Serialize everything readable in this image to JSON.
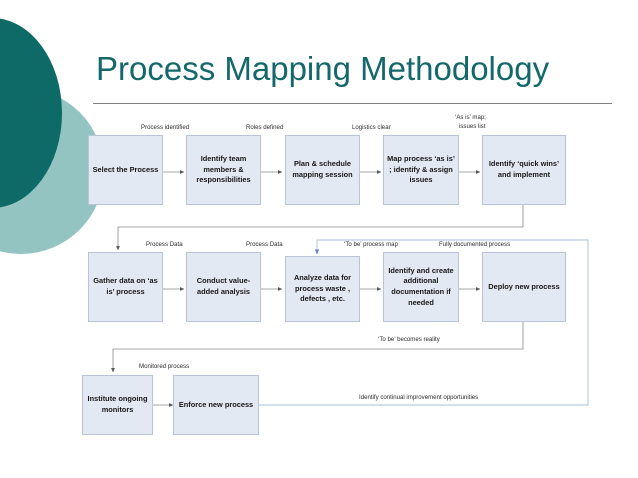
{
  "slide": {
    "title": "Process Mapping Methodology",
    "accent_dark": "#0e6a66",
    "accent_light": "#93c4c1",
    "title_color": "#14686b",
    "box_fill": "#e3e9f3",
    "box_border": "#b9c4d9",
    "connector_gray": "#808080",
    "connector_blue": "#a8bcdc"
  },
  "flow": {
    "row1": [
      {
        "id": "select-process",
        "label": "Select the Process"
      },
      {
        "id": "identify-team",
        "label": "Identify team members & responsibilities"
      },
      {
        "id": "plan-schedule",
        "label": "Plan & schedule mapping session"
      },
      {
        "id": "map-as-is",
        "label": "Map process ‘as is’ ; identify  & assign issues"
      },
      {
        "id": "quick-wins",
        "label": "Identify ‘quick wins’ and implement"
      }
    ],
    "row2": [
      {
        "id": "gather-data",
        "label": "Gather data on ‘as is’ process"
      },
      {
        "id": "value-added",
        "label": "Conduct value-added analysis"
      },
      {
        "id": "analyze-data",
        "label": "Analyze data for process waste , defects , etc."
      },
      {
        "id": "create-docs",
        "label": "Identify and create additional documentation if needed"
      },
      {
        "id": "deploy-process",
        "label": "Deploy new process"
      }
    ],
    "row3": [
      {
        "id": "institute-monitors",
        "label": "Institute ongoing monitors"
      },
      {
        "id": "enforce-process",
        "label": "Enforce new process"
      }
    ],
    "annotations": {
      "process_identified": "Process identified",
      "roles_defined": "Roles defined",
      "logistics_clear": "Logistics clear",
      "as_is_map_line1": "‘As is’ map;",
      "as_is_map_line2": "issues list",
      "process_data_1": "Process Data",
      "process_data_2": "Process Data",
      "to_be_process_map": "‘To be’ process map",
      "fully_documented": "Fully documented process",
      "to_be_reality": "‘To be’ becomes reality",
      "monitored_process": "Monitored process",
      "continual_improvement": "Identify continual improvement opportunities"
    }
  }
}
